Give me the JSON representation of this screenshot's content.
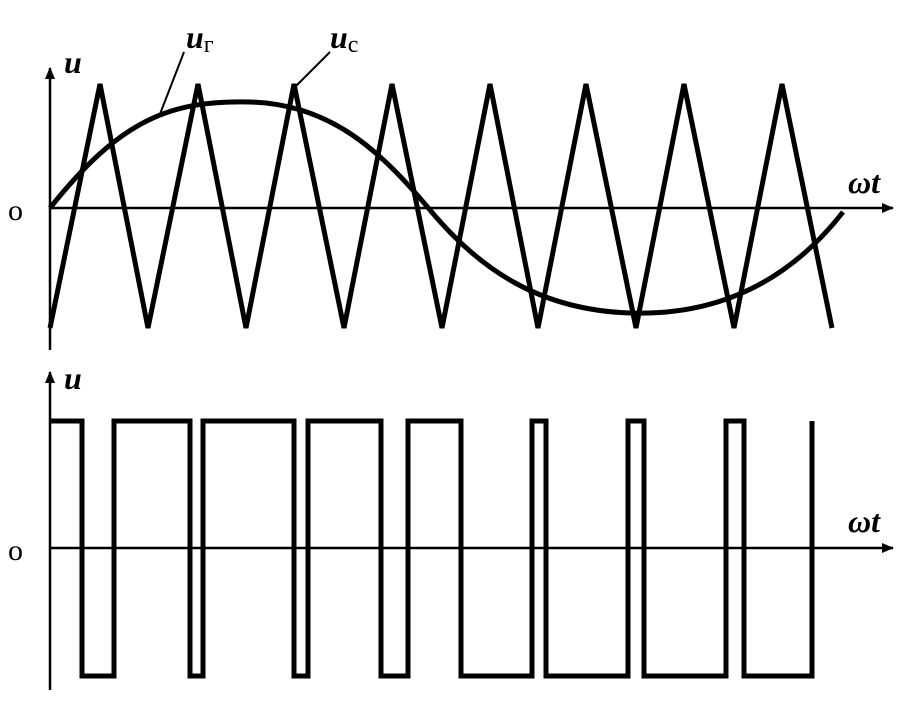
{
  "top_panel": {
    "y_axis_label": "u",
    "x_axis_label": "ωt",
    "origin_label": "o",
    "modulating_label_base": "u",
    "modulating_label_sub": "г",
    "carrier_label_base": "u",
    "carrier_label_sub": "c"
  },
  "bottom_panel": {
    "y_axis_label": "u",
    "x_axis_label": "ωt",
    "origin_label": "o"
  },
  "colors": {
    "ink": "#000000",
    "background": "#ffffff"
  }
}
